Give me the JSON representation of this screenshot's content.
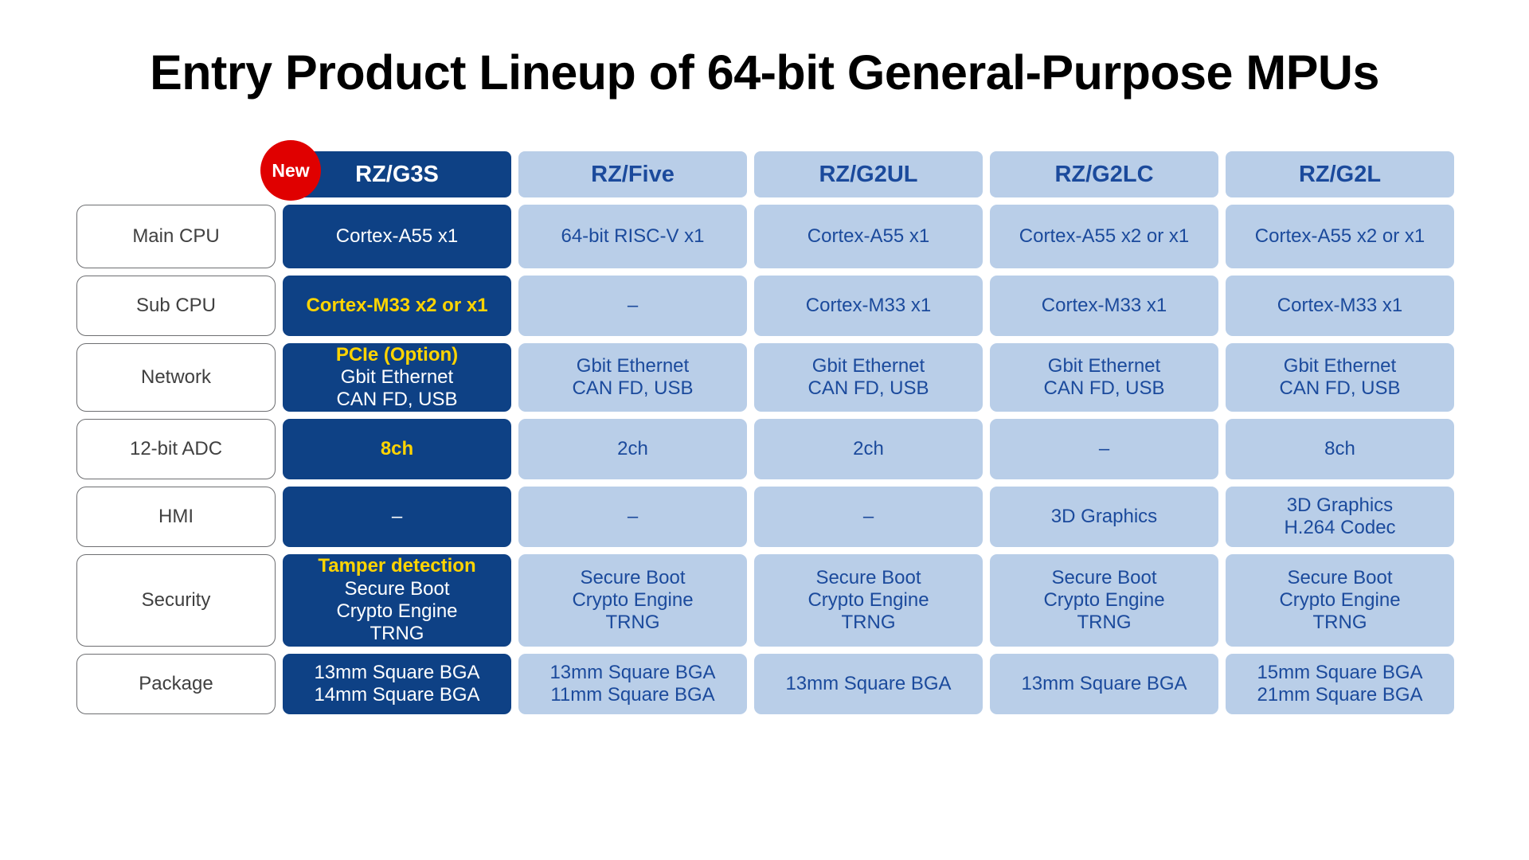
{
  "title": "Entry Product Lineup of 64-bit General-Purpose MPUs",
  "badge": {
    "label": "New"
  },
  "colors": {
    "highlight_dark_blue": "#0e4185",
    "cell_light_blue": "#b9cee8",
    "cell_text_blue": "#1b4a9c",
    "accent_yellow": "#ffd400",
    "badge_red": "#e00000",
    "row_label_border": "#6d6e71",
    "row_label_text": "#404040",
    "title_text": "#000000"
  },
  "table": {
    "corner_label": "",
    "columns": [
      {
        "name": "RZ/G3S",
        "highlighted": true
      },
      {
        "name": "RZ/Five",
        "highlighted": false
      },
      {
        "name": "RZ/G2UL",
        "highlighted": false
      },
      {
        "name": "RZ/G2LC",
        "highlighted": false
      },
      {
        "name": "RZ/G2L",
        "highlighted": false
      }
    ],
    "rows": [
      {
        "label": "Main CPU",
        "cells": [
          {
            "lines": [
              {
                "text": "Cortex-A55 x1",
                "accent": false
              }
            ]
          },
          {
            "lines": [
              {
                "text": "64-bit RISC-V x1",
                "accent": false
              }
            ]
          },
          {
            "lines": [
              {
                "text": "Cortex-A55 x1",
                "accent": false
              }
            ]
          },
          {
            "lines": [
              {
                "text": "Cortex-A55 x2 or x1",
                "accent": false
              }
            ]
          },
          {
            "lines": [
              {
                "text": "Cortex-A55 x2 or x1",
                "accent": false
              }
            ]
          }
        ]
      },
      {
        "label": "Sub CPU",
        "cells": [
          {
            "lines": [
              {
                "text": "Cortex-M33 x2 or x1",
                "accent": true
              }
            ]
          },
          {
            "lines": [
              {
                "text": "–",
                "accent": false
              }
            ]
          },
          {
            "lines": [
              {
                "text": "Cortex-M33 x1",
                "accent": false
              }
            ]
          },
          {
            "lines": [
              {
                "text": "Cortex-M33 x1",
                "accent": false
              }
            ]
          },
          {
            "lines": [
              {
                "text": "Cortex-M33 x1",
                "accent": false
              }
            ]
          }
        ]
      },
      {
        "label": "Network",
        "cells": [
          {
            "lines": [
              {
                "text": "PCIe (Option)",
                "accent": true
              },
              {
                "text": "Gbit Ethernet",
                "accent": false
              },
              {
                "text": "CAN FD, USB",
                "accent": false
              }
            ]
          },
          {
            "lines": [
              {
                "text": "Gbit Ethernet",
                "accent": false
              },
              {
                "text": "CAN FD, USB",
                "accent": false
              }
            ]
          },
          {
            "lines": [
              {
                "text": "Gbit Ethernet",
                "accent": false
              },
              {
                "text": "CAN FD, USB",
                "accent": false
              }
            ]
          },
          {
            "lines": [
              {
                "text": "Gbit Ethernet",
                "accent": false
              },
              {
                "text": "CAN FD, USB",
                "accent": false
              }
            ]
          },
          {
            "lines": [
              {
                "text": "Gbit Ethernet",
                "accent": false
              },
              {
                "text": "CAN FD, USB",
                "accent": false
              }
            ]
          }
        ]
      },
      {
        "label": "12-bit ADC",
        "cells": [
          {
            "lines": [
              {
                "text": "8ch",
                "accent": true
              }
            ]
          },
          {
            "lines": [
              {
                "text": "2ch",
                "accent": false
              }
            ]
          },
          {
            "lines": [
              {
                "text": "2ch",
                "accent": false
              }
            ]
          },
          {
            "lines": [
              {
                "text": "–",
                "accent": false
              }
            ]
          },
          {
            "lines": [
              {
                "text": "8ch",
                "accent": false
              }
            ]
          }
        ]
      },
      {
        "label": "HMI",
        "cells": [
          {
            "lines": [
              {
                "text": "–",
                "accent": false
              }
            ]
          },
          {
            "lines": [
              {
                "text": "–",
                "accent": false
              }
            ]
          },
          {
            "lines": [
              {
                "text": "–",
                "accent": false
              }
            ]
          },
          {
            "lines": [
              {
                "text": "3D Graphics",
                "accent": false
              }
            ]
          },
          {
            "lines": [
              {
                "text": "3D Graphics",
                "accent": false
              },
              {
                "text": "H.264 Codec",
                "accent": false
              }
            ]
          }
        ]
      },
      {
        "label": "Security",
        "cells": [
          {
            "lines": [
              {
                "text": "Tamper detection",
                "accent": true
              },
              {
                "text": "Secure Boot",
                "accent": false
              },
              {
                "text": "Crypto Engine",
                "accent": false
              },
              {
                "text": "TRNG",
                "accent": false
              }
            ]
          },
          {
            "lines": [
              {
                "text": "Secure Boot",
                "accent": false
              },
              {
                "text": "Crypto Engine",
                "accent": false
              },
              {
                "text": "TRNG",
                "accent": false
              }
            ]
          },
          {
            "lines": [
              {
                "text": "Secure Boot",
                "accent": false
              },
              {
                "text": "Crypto Engine",
                "accent": false
              },
              {
                "text": "TRNG",
                "accent": false
              }
            ]
          },
          {
            "lines": [
              {
                "text": "Secure Boot",
                "accent": false
              },
              {
                "text": "Crypto Engine",
                "accent": false
              },
              {
                "text": "TRNG",
                "accent": false
              }
            ]
          },
          {
            "lines": [
              {
                "text": "Secure Boot",
                "accent": false
              },
              {
                "text": "Crypto Engine",
                "accent": false
              },
              {
                "text": "TRNG",
                "accent": false
              }
            ]
          }
        ]
      },
      {
        "label": "Package",
        "cells": [
          {
            "lines": [
              {
                "text": "13mm Square BGA",
                "accent": false
              },
              {
                "text": "14mm Square BGA",
                "accent": false
              }
            ]
          },
          {
            "lines": [
              {
                "text": "13mm Square BGA",
                "accent": false
              },
              {
                "text": "11mm Square BGA",
                "accent": false
              }
            ]
          },
          {
            "lines": [
              {
                "text": "13mm Square BGA",
                "accent": false
              }
            ]
          },
          {
            "lines": [
              {
                "text": "13mm Square BGA",
                "accent": false
              }
            ]
          },
          {
            "lines": [
              {
                "text": "15mm Square BGA",
                "accent": false
              },
              {
                "text": "21mm Square BGA",
                "accent": false
              }
            ]
          }
        ]
      }
    ]
  }
}
